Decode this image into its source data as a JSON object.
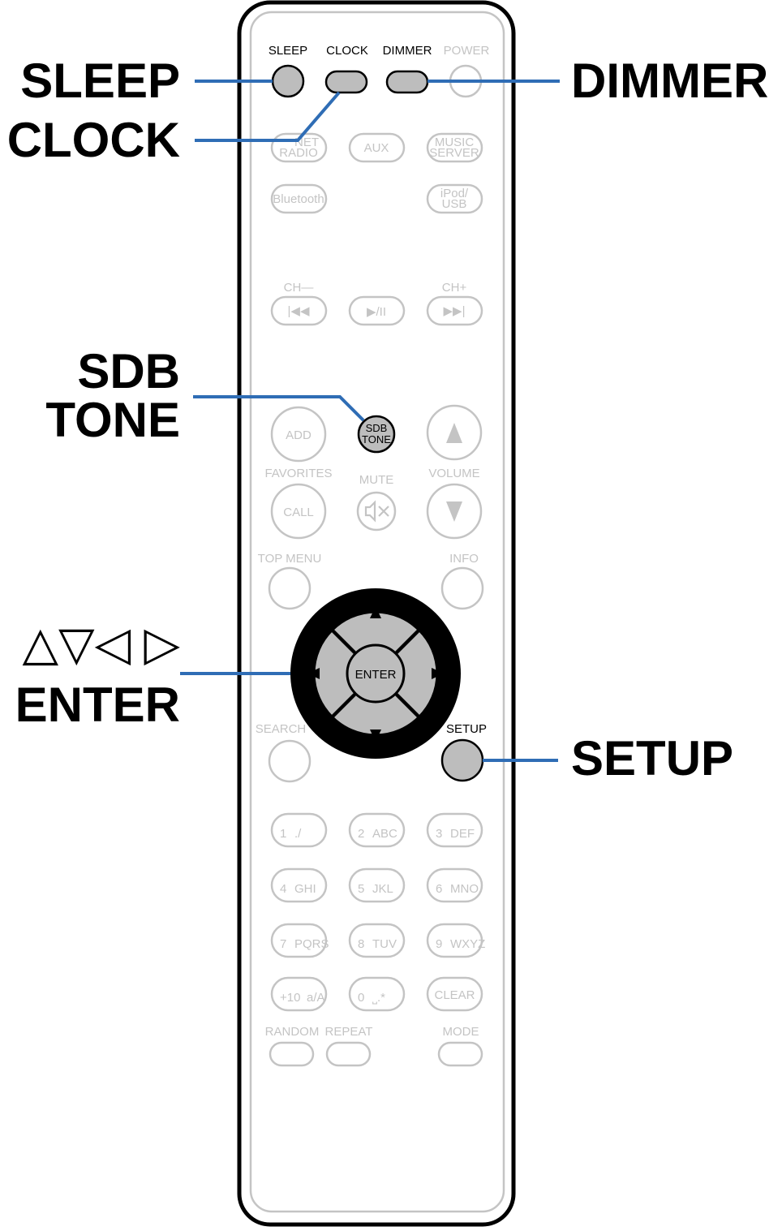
{
  "callouts": {
    "sleep": "SLEEP",
    "clock": "CLOCK",
    "dimmer": "DIMMER",
    "sdb_line1": "SDB",
    "sdb_line2": "TONE",
    "arrows": "△▽◁ ▷",
    "enter": "ENTER",
    "setup": "SETUP"
  },
  "remote": {
    "top_row": {
      "sleep": "SLEEP",
      "clock": "CLOCK",
      "dimmer": "DIMMER",
      "power": "POWER"
    },
    "source": {
      "internet_radio_1": "NET",
      "internet_radio_2": "RADIO",
      "aux": "AUX",
      "music_server_1": "MUSIC",
      "music_server_2": "SERVER",
      "bluetooth": "Bluetooth",
      "ipod_usb_1": "iPod/",
      "ipod_usb_2": "USB"
    },
    "transport": {
      "ch_minus": "CH—",
      "ch_plus": "CH+",
      "prev": "|◀◀",
      "play_pause": "▶/II",
      "next": "▶▶|"
    },
    "mid": {
      "add": "ADD",
      "sdb_1": "SDB",
      "sdb_2": "TONE",
      "favorites": "FAVORITES",
      "mute": "MUTE",
      "volume": "VOLUME",
      "call": "CALL",
      "top_menu": "TOP MENU",
      "info": "INFO",
      "enter": "ENTER",
      "search": "SEARCH",
      "setup": "SETUP"
    },
    "keypad": [
      {
        "n": "1",
        "s": "./"
      },
      {
        "n": "2",
        "s": "ABC"
      },
      {
        "n": "3",
        "s": "DEF"
      },
      {
        "n": "4",
        "s": "GHI"
      },
      {
        "n": "5",
        "s": "JKL"
      },
      {
        "n": "6",
        "s": "MNO"
      },
      {
        "n": "7",
        "s": "PQRS"
      },
      {
        "n": "8",
        "s": "TUV"
      },
      {
        "n": "9",
        "s": "WXYZ"
      },
      {
        "n": "+10",
        "s": "a/A"
      },
      {
        "n": "0",
        "s": "⎵.*"
      },
      {
        "n": "CLEAR",
        "s": ""
      }
    ],
    "bottom": {
      "random": "RANDOM",
      "repeat": "REPEAT",
      "mode": "MODE"
    }
  },
  "colors": {
    "leader": "#2f6db5",
    "highlight": "#bdbdbd",
    "faint": "#c4c4c4"
  }
}
